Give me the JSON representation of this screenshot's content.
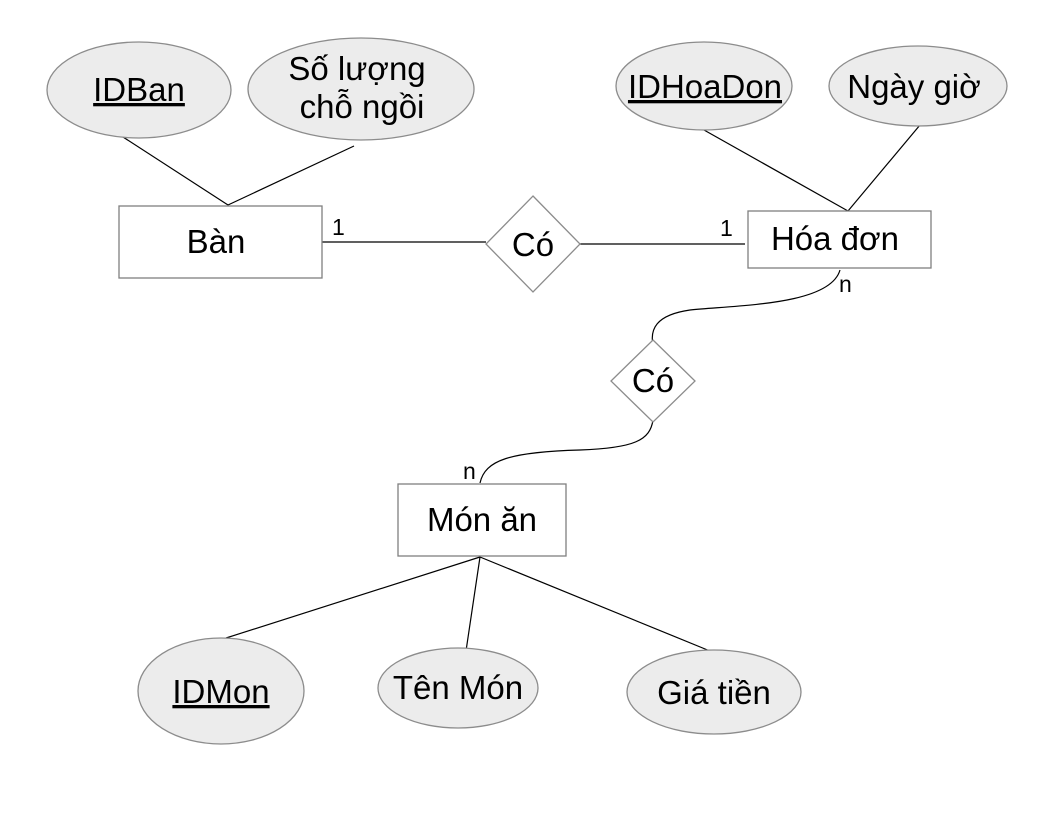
{
  "entities": {
    "ban": "Bàn",
    "hoa_don": "Hóa đơn",
    "mon_an": "Món ăn"
  },
  "relationships": {
    "ban_hoadon": "Có",
    "hoadon_monan": "Có"
  },
  "attributes": {
    "id_ban": "IDBan",
    "so_luong_line1": "Số lượng",
    "so_luong_line2": "chỗ ngồi",
    "id_hoa_don": "IDHoaDon",
    "ngay_gio": "Ngày giờ",
    "id_mon": "IDMon",
    "ten_mon": "Tên Món",
    "gia_tien": "Giá tiền"
  },
  "cardinalities": {
    "ban_side": "1",
    "hoadon_side_rel1": "1",
    "hoadon_side_rel2": "n",
    "monan_side": "n"
  }
}
